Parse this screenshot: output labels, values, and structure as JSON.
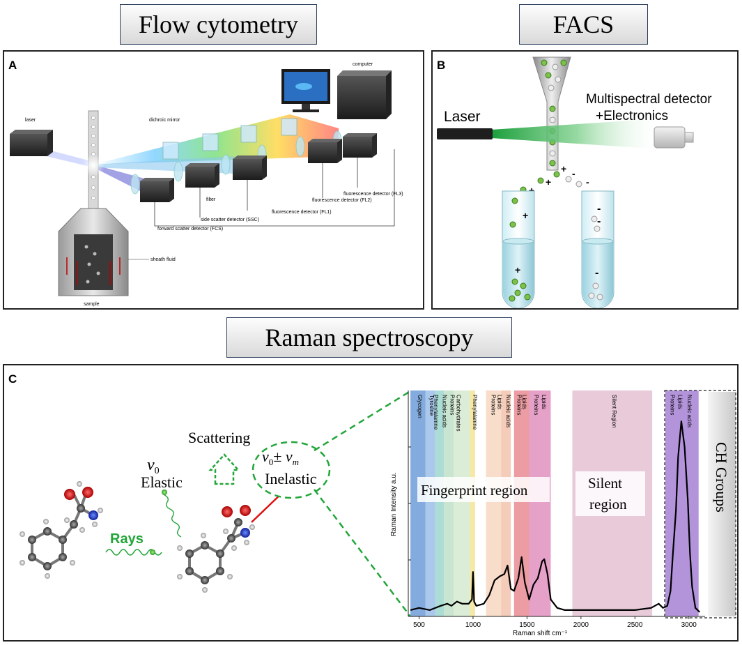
{
  "titles": {
    "flow": "Flow cytometry",
    "facs": "FACS",
    "raman": "Raman spectroscopy"
  },
  "panel_a": {
    "label": "A",
    "labels": {
      "laser": "laser",
      "computer": "computer",
      "dichroic": "dichroic mirror",
      "filter": "filter",
      "fcs": "forward scatter detector (FCS)",
      "ssc": "side scatter detector (SSC)",
      "fl1": "fluorescence detector (FL1)",
      "fl2": "fluorescence detector (FL2)",
      "fl3": "fluorescence detector (FL3)",
      "sheath": "sheath fluid",
      "sample": "sample"
    }
  },
  "panel_b": {
    "label": "B",
    "laser": "Laser",
    "detector_line1": "Multispectral detector",
    "detector_line2": "+Electronics",
    "plus": "+",
    "minus": "-"
  },
  "panel_c": {
    "label": "C",
    "scattering": "Scattering",
    "v0": "ν",
    "v0_sub": "0",
    "elastic": "Elastic",
    "inelastic": "Inelastic",
    "vm_pm": "± ν",
    "vm_sub": "m",
    "rays": "Rays",
    "fingerprint": "Fingerprint region",
    "silent_line1": "Silent",
    "silent_line2": "region",
    "ch_groups": "CH Groups",
    "ylabel": "Raman Intensity a.u.",
    "xlabel": "Raman shift cm⁻¹",
    "band_labels": [
      "Glycogen",
      "Tyrosine",
      "Phenylalanine",
      "Nucleic acids",
      "Proteins",
      "Carbohydrates",
      "Phenylalanine",
      "Proteins",
      "Lipids",
      "Nucleic acids",
      "Proteins",
      "Lipids",
      "Proteins",
      "Lipids",
      "Silent Region",
      "Proteins",
      "Lipids",
      "Nucleic acids"
    ]
  },
  "chart_data": {
    "type": "line",
    "title": "",
    "xlabel": "Raman shift cm⁻¹",
    "ylabel": "Raman Intensity a.u.",
    "xlim": [
      400,
      3150
    ],
    "ticks": [
      500,
      1000,
      1500,
      2000,
      2500,
      3000
    ],
    "bands": [
      {
        "x0": 420,
        "x1": 560,
        "color": "#5b8fd1"
      },
      {
        "x0": 560,
        "x1": 650,
        "color": "#8db6e6"
      },
      {
        "x0": 650,
        "x1": 730,
        "color": "#8fd0c7"
      },
      {
        "x0": 730,
        "x1": 820,
        "color": "#b7dcc1"
      },
      {
        "x0": 820,
        "x1": 970,
        "color": "#cfe6c9"
      },
      {
        "x0": 970,
        "x1": 1020,
        "color": "#f3e08a"
      },
      {
        "x0": 1120,
        "x1": 1260,
        "color": "#f6d2b8"
      },
      {
        "x0": 1260,
        "x1": 1350,
        "color": "#f1b9a2"
      },
      {
        "x0": 1380,
        "x1": 1520,
        "color": "#e57c84"
      },
      {
        "x0": 1520,
        "x1": 1720,
        "color": "#de82b7"
      },
      {
        "x0": 1920,
        "x1": 2660,
        "color": "#e0b8cc"
      },
      {
        "x0": 2780,
        "x1": 3090,
        "color": "#9a70cf"
      }
    ],
    "series": [
      {
        "x": [
          420,
          500,
          600,
          700,
          760,
          800,
          850,
          900,
          960,
          990,
          1000,
          1010,
          1030,
          1100,
          1150,
          1200,
          1250,
          1290,
          1320,
          1350,
          1380,
          1420,
          1450,
          1480,
          1520,
          1560,
          1600,
          1640,
          1660,
          1690,
          1720,
          1780,
          1850,
          1950,
          2100,
          2300,
          2500,
          2650,
          2720,
          2760,
          2800,
          2830,
          2850,
          2880,
          2900,
          2930,
          2960,
          2990,
          3010,
          3030,
          3060,
          3100
        ],
        "y": [
          0.03,
          0.04,
          0.03,
          0.05,
          0.06,
          0.05,
          0.07,
          0.06,
          0.06,
          0.08,
          0.21,
          0.07,
          0.05,
          0.06,
          0.1,
          0.17,
          0.19,
          0.2,
          0.24,
          0.13,
          0.12,
          0.18,
          0.28,
          0.16,
          0.08,
          0.15,
          0.18,
          0.26,
          0.27,
          0.2,
          0.08,
          0.04,
          0.03,
          0.03,
          0.03,
          0.03,
          0.03,
          0.04,
          0.06,
          0.04,
          0.05,
          0.12,
          0.28,
          0.5,
          0.75,
          0.92,
          0.8,
          0.55,
          0.3,
          0.14,
          0.04,
          0.02
        ]
      }
    ]
  }
}
